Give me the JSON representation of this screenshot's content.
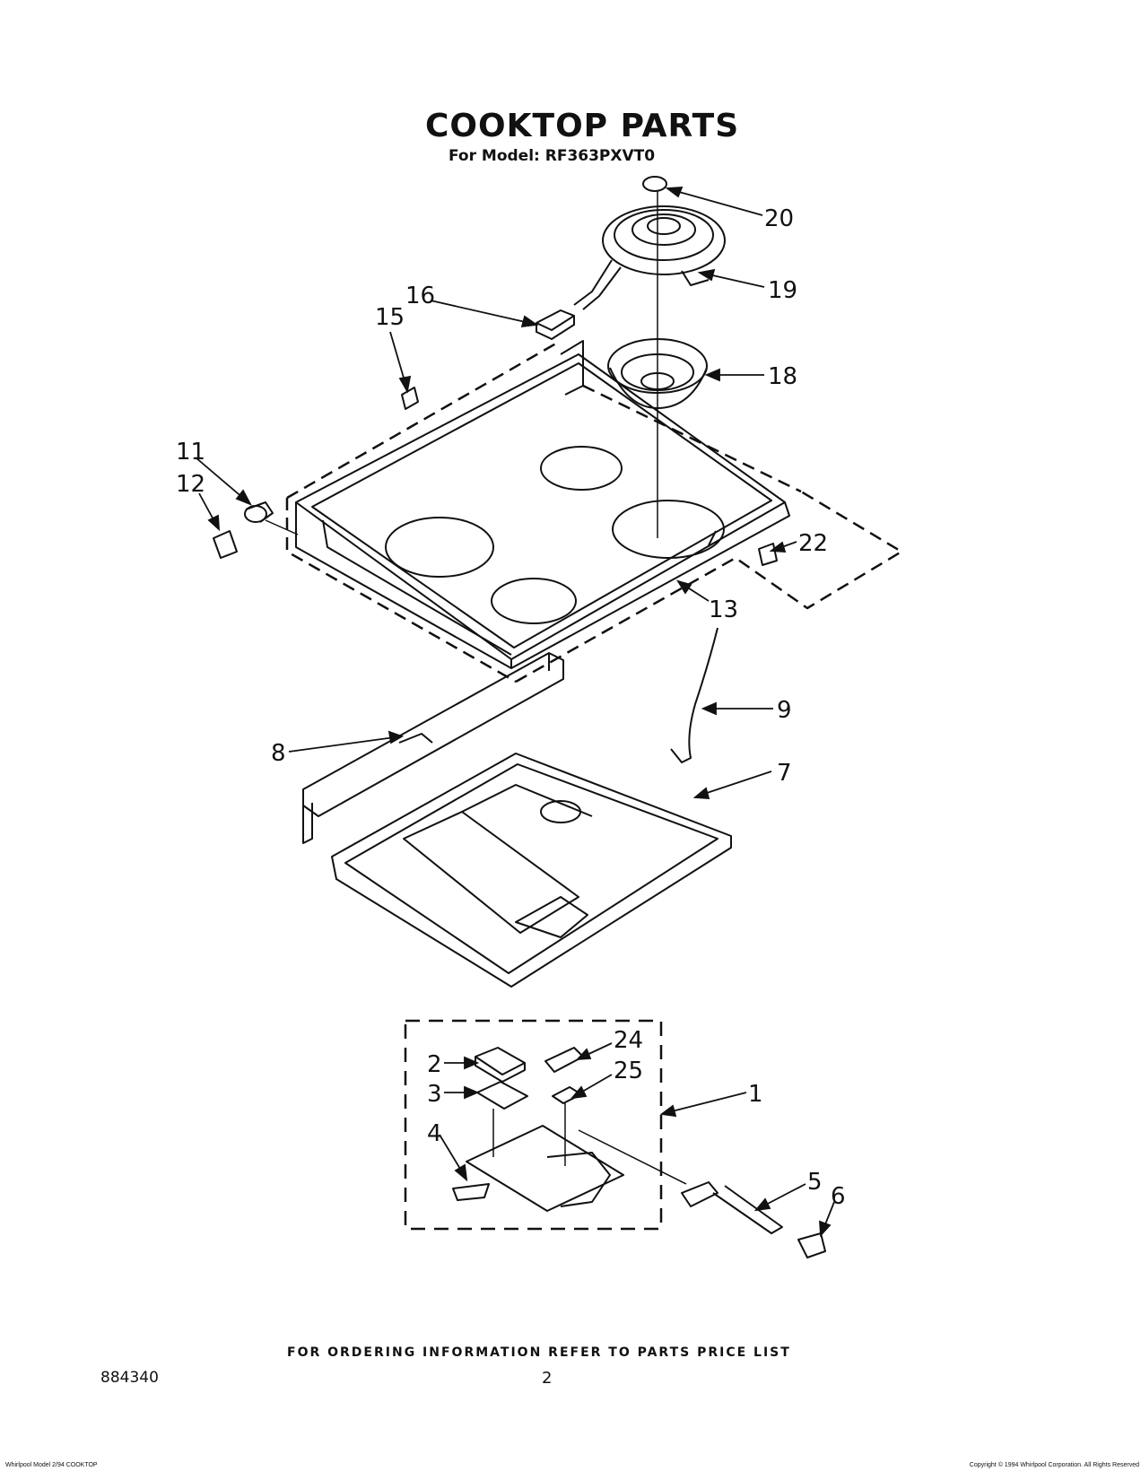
{
  "header": {
    "title": "COOKTOP PARTS",
    "model_line": "For Model: RF363PXVT0"
  },
  "callouts": [
    {
      "id": "20",
      "label": "20"
    },
    {
      "id": "19",
      "label": "19"
    },
    {
      "id": "16",
      "label": "16"
    },
    {
      "id": "15",
      "label": "15"
    },
    {
      "id": "18",
      "label": "18"
    },
    {
      "id": "11",
      "label": "11"
    },
    {
      "id": "12",
      "label": "12"
    },
    {
      "id": "22",
      "label": "22"
    },
    {
      "id": "13",
      "label": "13"
    },
    {
      "id": "9",
      "label": "9"
    },
    {
      "id": "8",
      "label": "8"
    },
    {
      "id": "7",
      "label": "7"
    },
    {
      "id": "24",
      "label": "24"
    },
    {
      "id": "2",
      "label": "2"
    },
    {
      "id": "25",
      "label": "25"
    },
    {
      "id": "3",
      "label": "3"
    },
    {
      "id": "1",
      "label": "1"
    },
    {
      "id": "4",
      "label": "4"
    },
    {
      "id": "5",
      "label": "5"
    },
    {
      "id": "6",
      "label": "6"
    }
  ],
  "footer": {
    "ordering_note": "FOR ORDERING INFORMATION REFER TO PARTS PRICE LIST",
    "doc_number": "884340",
    "page_number": "2",
    "fine_print_left": "Whirlpool Model 2/94 COOKTOP",
    "fine_print_right": "Copyright © 1994 Whirlpool Corporation. All Rights Reserved"
  }
}
